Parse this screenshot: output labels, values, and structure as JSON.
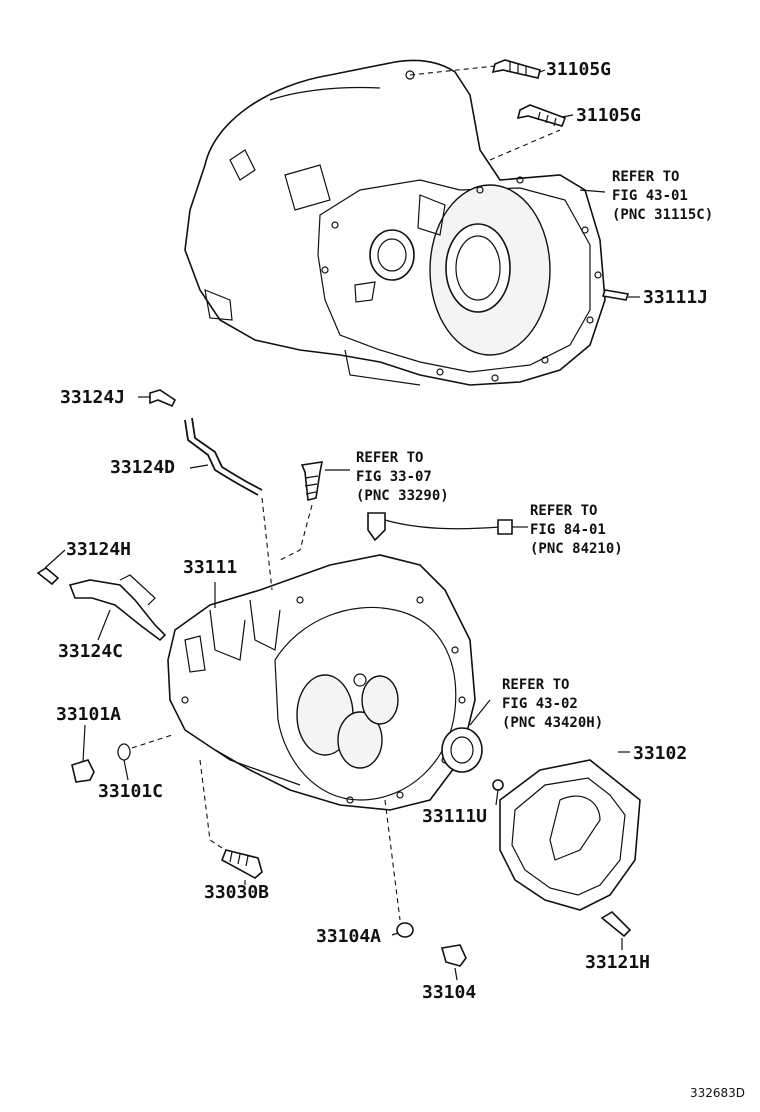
{
  "diagram_id": "332683D",
  "labels": {
    "p31105g_a": "31105G",
    "p31105g_b": "31105G",
    "p33111j": "33111J",
    "p33124j": "33124J",
    "p33124d": "33124D",
    "p33124h": "33124H",
    "p33111": "33111",
    "p33124c": "33124C",
    "p33101a": "33101A",
    "p33101c": "33101C",
    "p33030b": "33030B",
    "p33104a": "33104A",
    "p33104": "33104",
    "p33111u": "33111U",
    "p33102": "33102",
    "p33121h": "33121H"
  },
  "refs": {
    "r1": {
      "line1": "REFER TO",
      "line2": "FIG 43-01",
      "line3": "(PNC 31115C)"
    },
    "r2": {
      "line1": "REFER TO",
      "line2": "FIG 33-07",
      "line3": "(PNC 33290)"
    },
    "r3": {
      "line1": "REFER TO",
      "line2": "FIG 84-01",
      "line3": "(PNC 84210)"
    },
    "r4": {
      "line1": "REFER TO",
      "line2": "FIG 43-02",
      "line3": "(PNC 43420H)"
    }
  }
}
